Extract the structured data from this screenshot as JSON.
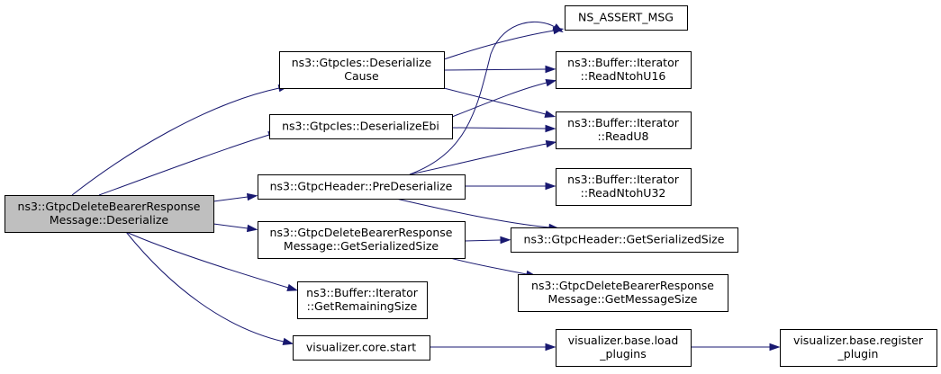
{
  "graph": {
    "edge_color": "#191970",
    "root_fill": "#bfbfbf",
    "node_fill": "#ffffff",
    "nodes": [
      {
        "id": "root",
        "lines": [
          "ns3::GtpcDeleteBearerResponse",
          "Message::Deserialize"
        ],
        "root": true
      },
      {
        "id": "desCause",
        "lines": [
          "ns3::GtpcIes::Deserialize",
          "Cause"
        ]
      },
      {
        "id": "desEbi",
        "lines": [
          "ns3::GtpcIes::DeserializeEbi"
        ]
      },
      {
        "id": "preDes",
        "lines": [
          "ns3::GtpcHeader::PreDeserialize"
        ]
      },
      {
        "id": "getSerSize",
        "lines": [
          "ns3::GtpcDeleteBearerResponse",
          "Message::GetSerializedSize"
        ]
      },
      {
        "id": "getRemaining",
        "lines": [
          "ns3::Buffer::Iterator",
          "::GetRemainingSize"
        ]
      },
      {
        "id": "vizStart",
        "lines": [
          "visualizer.core.start"
        ]
      },
      {
        "id": "nsAssert",
        "lines": [
          "NS_ASSERT_MSG"
        ]
      },
      {
        "id": "readU16",
        "lines": [
          "ns3::Buffer::Iterator",
          "::ReadNtohU16"
        ]
      },
      {
        "id": "readU8",
        "lines": [
          "ns3::Buffer::Iterator",
          "::ReadU8"
        ]
      },
      {
        "id": "readU32",
        "lines": [
          "ns3::Buffer::Iterator",
          "::ReadNtohU32"
        ]
      },
      {
        "id": "hdrSerSize",
        "lines": [
          "ns3::GtpcHeader::GetSerializedSize"
        ]
      },
      {
        "id": "msgSize",
        "lines": [
          "ns3::GtpcDeleteBearerResponse",
          "Message::GetMessageSize"
        ]
      },
      {
        "id": "loadPlugins",
        "lines": [
          "visualizer.base.load",
          "_plugins"
        ]
      },
      {
        "id": "registerPlugin",
        "lines": [
          "visualizer.base.register",
          "_plugin"
        ]
      }
    ],
    "edges": [
      {
        "from": "root",
        "to": "desCause"
      },
      {
        "from": "root",
        "to": "desEbi"
      },
      {
        "from": "root",
        "to": "preDes"
      },
      {
        "from": "root",
        "to": "getSerSize"
      },
      {
        "from": "root",
        "to": "getRemaining"
      },
      {
        "from": "root",
        "to": "vizStart"
      },
      {
        "from": "desCause",
        "to": "nsAssert"
      },
      {
        "from": "desCause",
        "to": "readU16"
      },
      {
        "from": "desCause",
        "to": "readU8"
      },
      {
        "from": "desEbi",
        "to": "readU16"
      },
      {
        "from": "desEbi",
        "to": "readU8"
      },
      {
        "from": "preDes",
        "to": "nsAssert"
      },
      {
        "from": "preDes",
        "to": "readU8"
      },
      {
        "from": "preDes",
        "to": "readU32"
      },
      {
        "from": "preDes",
        "to": "hdrSerSize"
      },
      {
        "from": "getSerSize",
        "to": "hdrSerSize"
      },
      {
        "from": "getSerSize",
        "to": "msgSize"
      },
      {
        "from": "vizStart",
        "to": "loadPlugins"
      },
      {
        "from": "loadPlugins",
        "to": "registerPlugin"
      }
    ]
  }
}
